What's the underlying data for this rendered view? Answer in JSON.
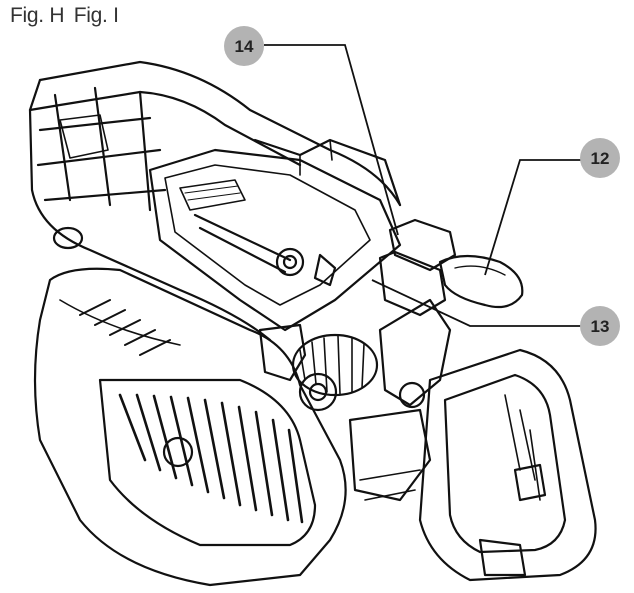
{
  "figure": {
    "captions": [
      "Fig. H",
      "Fig. I"
    ],
    "colors": {
      "ink": "#111111",
      "callout_fill": "#b3b3b3",
      "callout_text": "#222222",
      "caption": "#333333"
    },
    "callouts": [
      {
        "id": "14",
        "label": "14"
      },
      {
        "id": "12",
        "label": "12"
      },
      {
        "id": "13",
        "label": "13"
      }
    ]
  }
}
